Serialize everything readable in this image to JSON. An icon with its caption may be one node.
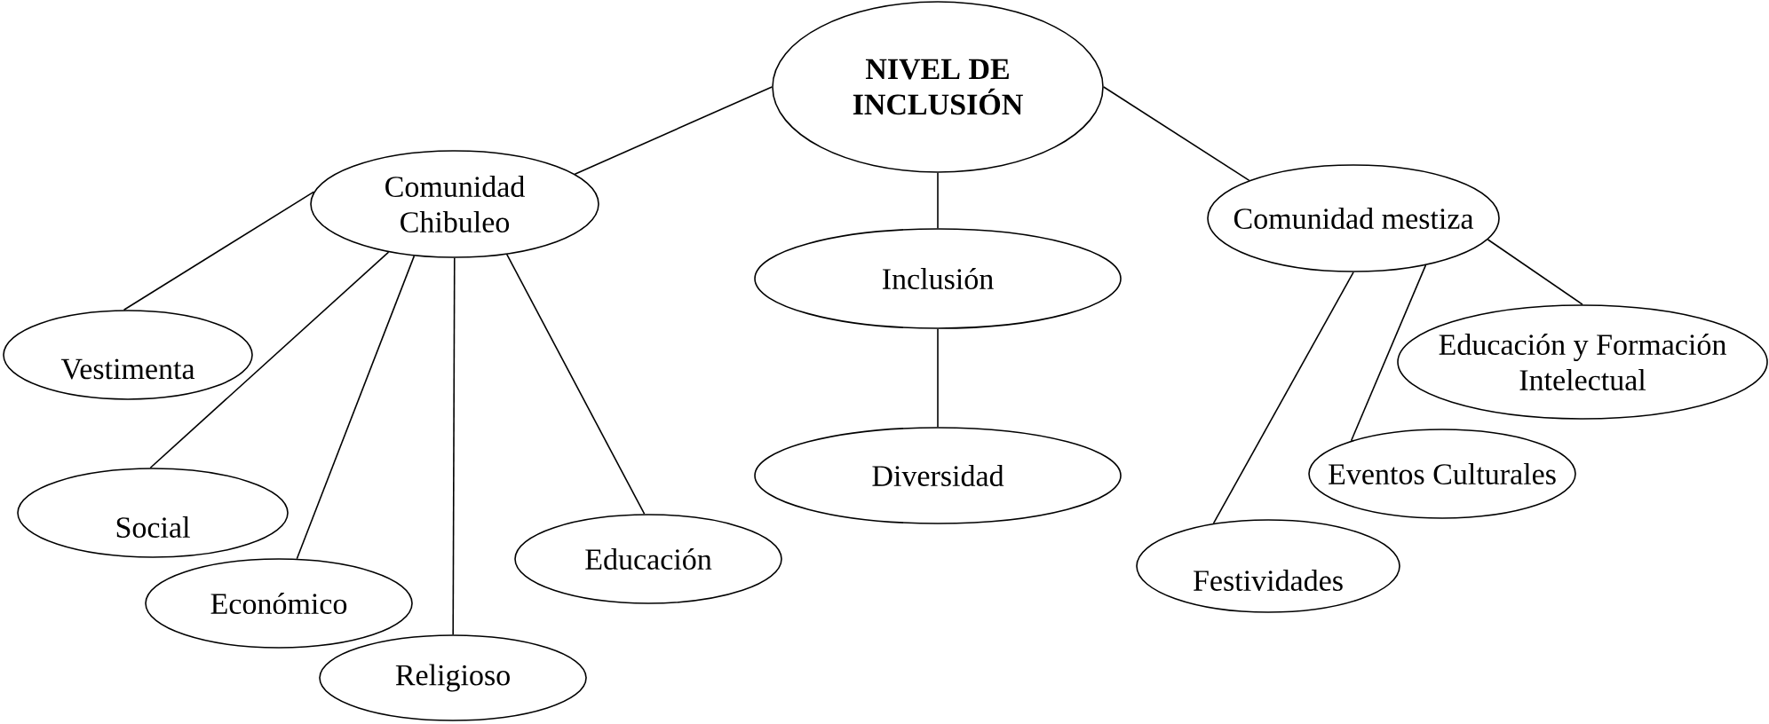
{
  "diagram": {
    "nodes": [
      {
        "text": [
          "NIVEL DE INCLUSIÓN"
        ]
      },
      {
        "text": [
          "Comunidad Chibuleo"
        ]
      },
      {
        "text": [
          "Comunidad mestiza"
        ]
      },
      {
        "text": [
          "Inclusión"
        ]
      },
      {
        "text": [
          "Vestimenta"
        ]
      },
      {
        "text": [
          "Educación y Formación Intelectual"
        ]
      },
      {
        "text": [
          "Diversidad"
        ]
      },
      {
        "text": [
          "Eventos Culturales"
        ]
      },
      {
        "text": [
          "Social"
        ]
      },
      {
        "text": [
          "Educación"
        ]
      },
      {
        "text": [
          "Festividades"
        ]
      },
      {
        "text": [
          "Económico"
        ]
      },
      {
        "text": [
          "Religioso"
        ]
      }
    ],
    "edges": [
      {
        "from": 0,
        "to": 1,
        "arrow": "none"
      },
      {
        "from": 0,
        "to": 3,
        "arrow": "none"
      },
      {
        "from": 0,
        "to": 2,
        "arrow": "none"
      },
      {
        "from": 1,
        "to": 4,
        "arrow": "none"
      },
      {
        "from": 1,
        "to": 8,
        "arrow": "none"
      },
      {
        "from": 1,
        "to": 11,
        "arrow": "none"
      },
      {
        "from": 1,
        "to": 12,
        "arrow": "none"
      },
      {
        "from": 1,
        "to": 9,
        "arrow": "none"
      },
      {
        "from": 3,
        "to": 6,
        "arrow": "none"
      },
      {
        "from": 2,
        "to": 10,
        "arrow": "none"
      },
      {
        "from": 2,
        "to": 7,
        "arrow": "none"
      },
      {
        "from": 2,
        "to": 5,
        "arrow": "none"
      }
    ]
  }
}
